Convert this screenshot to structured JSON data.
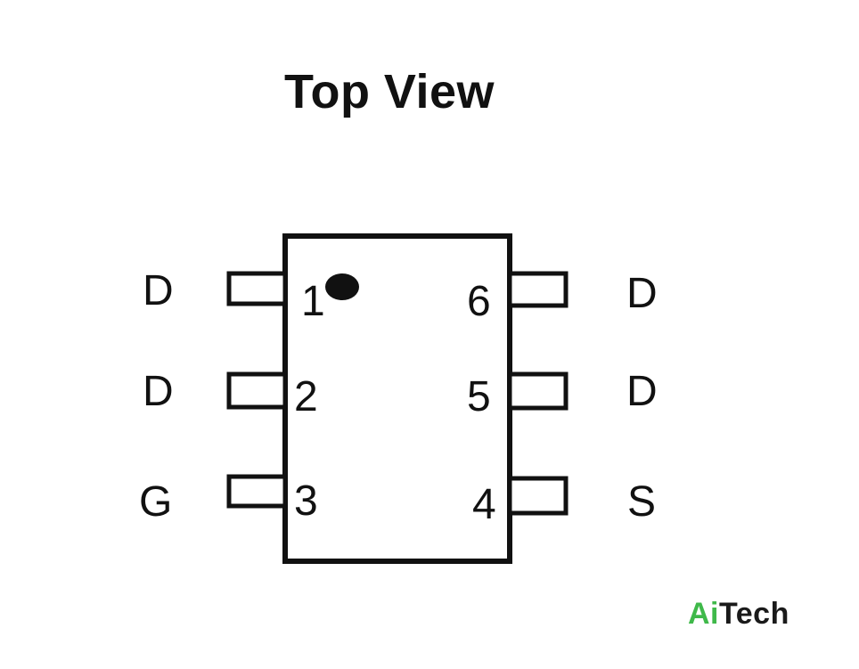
{
  "title": "Top View",
  "package": {
    "left_pins": [
      {
        "number": "1",
        "label": "D"
      },
      {
        "number": "2",
        "label": "D"
      },
      {
        "number": "3",
        "label": "G"
      }
    ],
    "right_pins": [
      {
        "number": "6",
        "label": "D"
      },
      {
        "number": "5",
        "label": "D"
      },
      {
        "number": "4",
        "label": "S"
      }
    ]
  },
  "logo": {
    "part1": "Ai",
    "part2": "Tech"
  },
  "colors": {
    "ink": "#111111",
    "logo_green": "#3fb94a",
    "logo_dark": "#1a1a1a"
  }
}
